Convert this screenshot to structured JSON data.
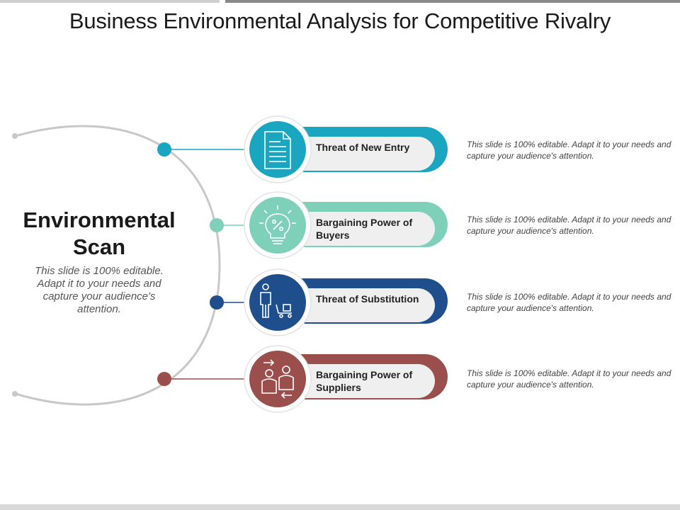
{
  "title": "Business Environmental Analysis for Competitive Rivalry",
  "scan": {
    "title": "Environmental Scan",
    "description": "This slide is 100% editable. Adapt it to your needs and capture your audience's attention."
  },
  "items": [
    {
      "label": "Threat of New Entry",
      "description": "This slide is 100% editable. Adapt it to your needs and capture your audience's attention.",
      "color": "#1aa5c0",
      "icon": "document-icon"
    },
    {
      "label": "Bargaining Power of Buyers",
      "description": "This slide is 100% editable. Adapt it to your needs and capture your audience's attention.",
      "color": "#7fd0b9",
      "icon": "lightbulb-percent-icon"
    },
    {
      "label": "Threat of Substitution",
      "description": "This slide is 100% editable. Adapt it to your needs and capture your audience's attention.",
      "color": "#1e4e8c",
      "icon": "person-cart-icon"
    },
    {
      "label": "Bargaining Power of Suppliers",
      "description": "This slide is 100% editable. Adapt it to your needs and capture your audience's attention.",
      "color": "#9b4f4d",
      "icon": "people-exchange-icon"
    }
  ]
}
